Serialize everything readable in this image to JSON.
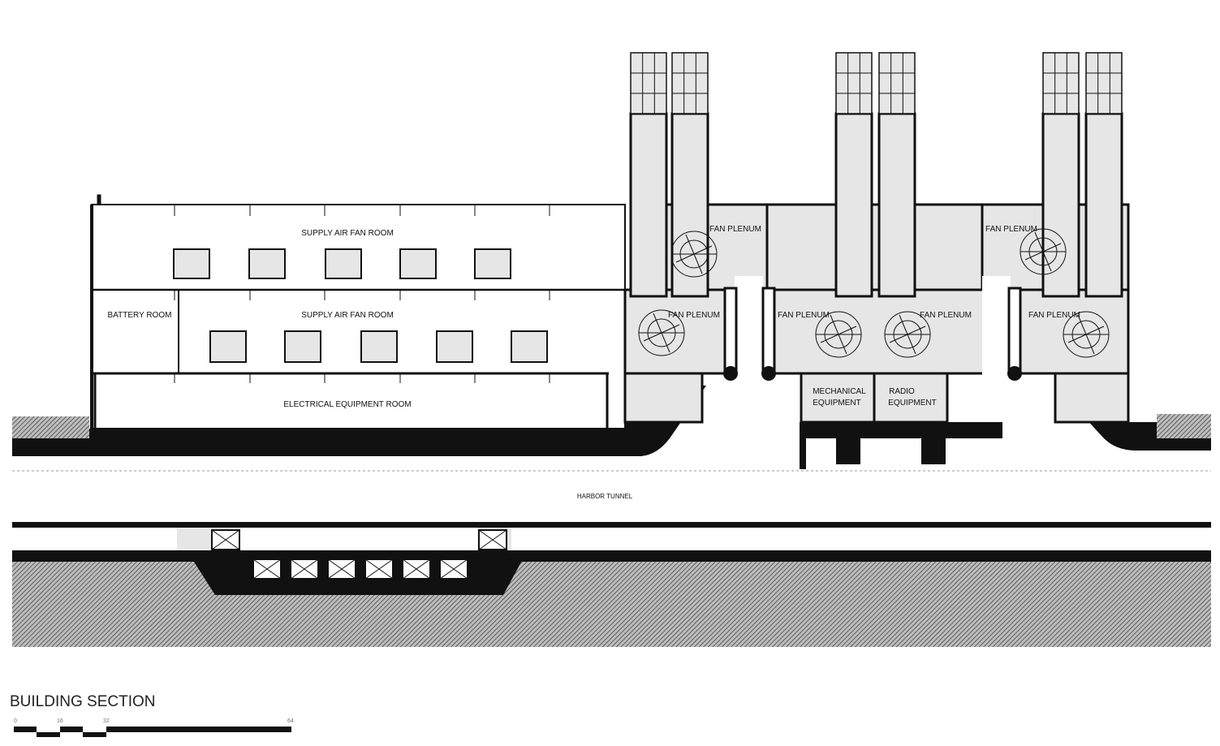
{
  "title": "BUILDING SECTION",
  "rooms": {
    "supply_air_fan_room_upper": "SUPPLY AIR FAN ROOM",
    "supply_air_fan_room_lower": "SUPPLY AIR FAN ROOM",
    "battery_room": "BATTERY ROOM",
    "electrical_equipment_room": "ELECTRICAL EQUIPMENT ROOM",
    "fan_plenum_1": "FAN PLENUM",
    "fan_plenum_2": "FAN PLENUM",
    "fan_plenum_3": "FAN PLENUM",
    "fan_plenum_4": "FAN PLENUM",
    "fan_plenum_5": "FAN PLENUM",
    "fan_plenum_6": "FAN PLENUM",
    "mechanical_equipment_1": "MECHANICAL",
    "mechanical_equipment_2": "EQUIPMENT",
    "radio_equipment_1": "RADIO",
    "radio_equipment_2": "EQUIPMENT",
    "harbor_tunnel": "HARBOR TUNNEL"
  },
  "scale_bar": {
    "ticks": [
      "0",
      "16",
      "32",
      "64"
    ]
  },
  "colors": {
    "ink": "#111111",
    "fill": "#e6e6e6",
    "hatch": "#555555"
  }
}
